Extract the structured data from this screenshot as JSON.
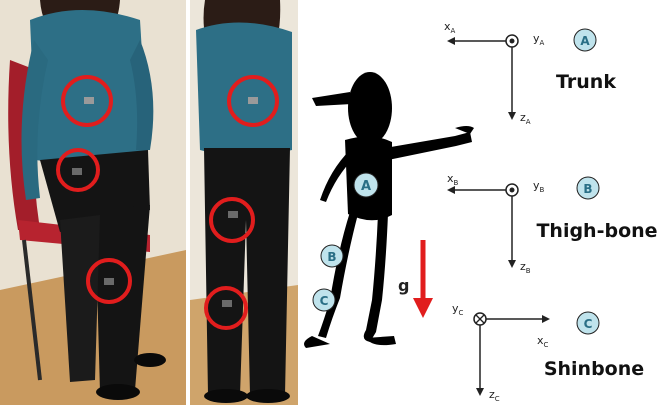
{
  "photos": [
    {
      "pose": "sitting"
    },
    {
      "pose": "standing"
    }
  ],
  "figure": {
    "badges": [
      "A",
      "B",
      "C"
    ],
    "gravity_label": "g",
    "gravity_color": "#e11d1d"
  },
  "frames": [
    {
      "badge": "A",
      "segment": "Trunk",
      "x_axis": "x",
      "x_sub": "A",
      "y_axis": "y",
      "y_sub": "A",
      "z_axis": "z",
      "z_sub": "A",
      "y_symbol": "out-of-page"
    },
    {
      "badge": "B",
      "segment": "Thigh-bone",
      "x_axis": "x",
      "x_sub": "B",
      "y_axis": "y",
      "y_sub": "B",
      "z_axis": "z",
      "z_sub": "B",
      "y_symbol": "out-of-page"
    },
    {
      "badge": "C",
      "segment": "Shinbone",
      "x_axis": "x",
      "x_sub": "C",
      "y_axis": "y",
      "y_sub": "C",
      "z_axis": "z",
      "z_sub": "C",
      "y_symbol": "into-page"
    }
  ],
  "colors": {
    "sensor_ring": "#e11d1d",
    "badge_fill": "#bfe3ec",
    "shirt": "#2d6f86",
    "trousers": "#141414"
  }
}
